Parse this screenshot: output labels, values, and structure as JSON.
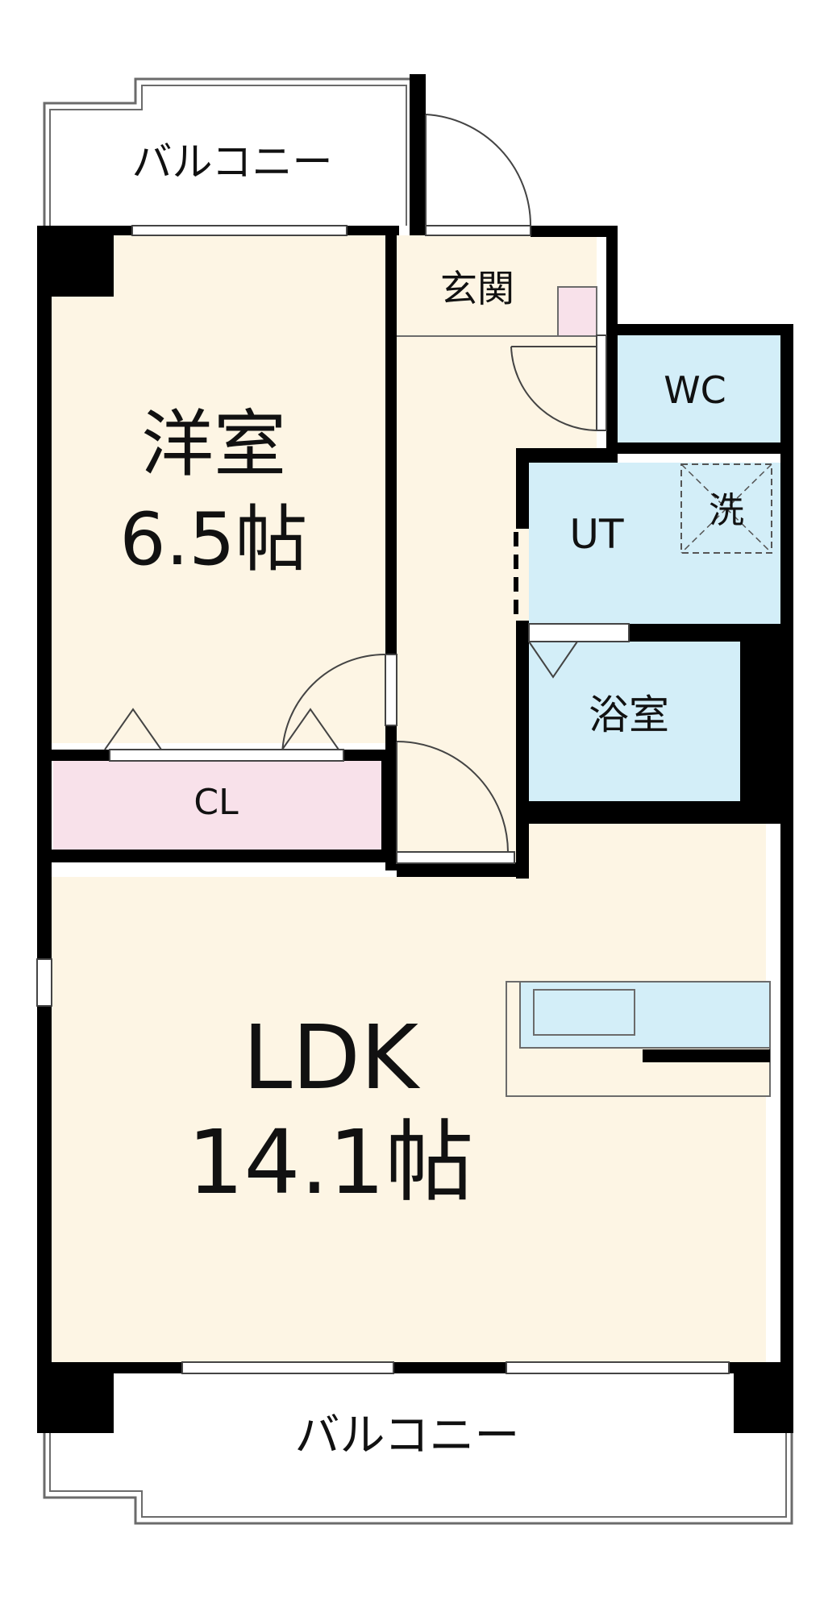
{
  "labels": {
    "balcony_top": "バルコニー",
    "genkan": "玄関",
    "wc": "WC",
    "western_name": "洋室",
    "western_size": "6.5帖",
    "ut": "UT",
    "washer": "洗",
    "bath": "浴室",
    "closet": "CL",
    "ldk_name": "LDK",
    "ldk_size": "14.1帖",
    "balcony_bottom": "バルコニー"
  },
  "colors": {
    "wall": "#000000",
    "floor": "#fdf5e4",
    "wet_area": "#d3eef8",
    "closet": "#f8e1ea",
    "outline": "#6b6b6b"
  }
}
